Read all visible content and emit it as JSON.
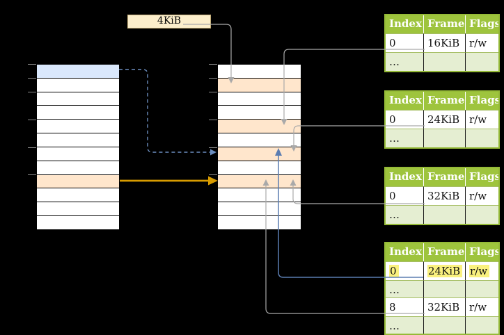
{
  "colors": {
    "green_header": "#9EC43D",
    "green_border": "#95BA37",
    "alt_row_green": "#E5EED2",
    "highlight_yellow": "#FAF17E",
    "virtual_page_blue": "#DAE8FC",
    "frame_orange": "#FFE6CC",
    "arrow_orange": "#D79B00",
    "arrow_blue": "#6C8EBF",
    "arrow_blue_dark": "#5B7DB1",
    "arrow_gray": "#A9A9A9",
    "box_cream_fill": "#FCEECB",
    "box_cream_border": "#C2AC78"
  },
  "page_size_box": {
    "label": "4KiB"
  },
  "virtual_memory_column": {
    "row_count": 12,
    "highlights": {
      "0": "blue",
      "8": "orange"
    }
  },
  "physical_memory_column": {
    "row_count": 12,
    "highlights": {
      "1": "orange",
      "4": "orange",
      "6": "orange",
      "8": "orange"
    }
  },
  "page_tables": [
    {
      "id": "page-table-1",
      "headers": [
        "Index",
        "Frame",
        "Flags"
      ],
      "rows": [
        {
          "cells": [
            "0",
            "16KiB",
            "r/w"
          ],
          "alt": false
        },
        {
          "cells": [
            "…",
            "",
            ""
          ],
          "alt": true
        }
      ],
      "highlight_row": null
    },
    {
      "id": "page-table-2",
      "headers": [
        "Index",
        "Frame",
        "Flags"
      ],
      "rows": [
        {
          "cells": [
            "0",
            "24KiB",
            "r/w"
          ],
          "alt": false
        },
        {
          "cells": [
            "…",
            "",
            ""
          ],
          "alt": true
        }
      ],
      "highlight_row": null
    },
    {
      "id": "page-table-3",
      "headers": [
        "Index",
        "Frame",
        "Flags"
      ],
      "rows": [
        {
          "cells": [
            "0",
            "32KiB",
            "r/w"
          ],
          "alt": false
        },
        {
          "cells": [
            "…",
            "",
            ""
          ],
          "alt": true
        }
      ],
      "highlight_row": null
    },
    {
      "id": "page-table-4",
      "headers": [
        "Index",
        "Frame",
        "Flags"
      ],
      "rows": [
        {
          "cells": [
            "0",
            "24KiB",
            "r/w"
          ],
          "alt": false
        },
        {
          "cells": [
            "…",
            "",
            ""
          ],
          "alt": true
        },
        {
          "cells": [
            "8",
            "32KiB",
            "r/w"
          ],
          "alt": false
        },
        {
          "cells": [
            "…",
            "",
            ""
          ],
          "alt": true
        }
      ],
      "highlight_row": 0
    }
  ],
  "links": [
    {
      "from": "page-size-box",
      "to": "physical-frame-row-1",
      "style": "gray"
    },
    {
      "from": "virtual-page-row-0",
      "to": "physical-frame-row-6",
      "style": "blue-dashed"
    },
    {
      "from": "virtual-page-row-8",
      "to": "physical-frame-row-8",
      "style": "orange"
    },
    {
      "from": "page-table-1-entry-0",
      "to": "physical-frame-row-4",
      "style": "gray"
    },
    {
      "from": "page-table-2-entry-0",
      "to": "physical-frame-row-6",
      "style": "gray"
    },
    {
      "from": "page-table-3-entry-0",
      "to": "physical-frame-row-8",
      "style": "gray"
    },
    {
      "from": "page-table-4-entry-0",
      "to": "physical-frame-row-6",
      "style": "blue"
    },
    {
      "from": "page-table-4-entry-8",
      "to": "physical-frame-row-8",
      "style": "gray"
    }
  ]
}
